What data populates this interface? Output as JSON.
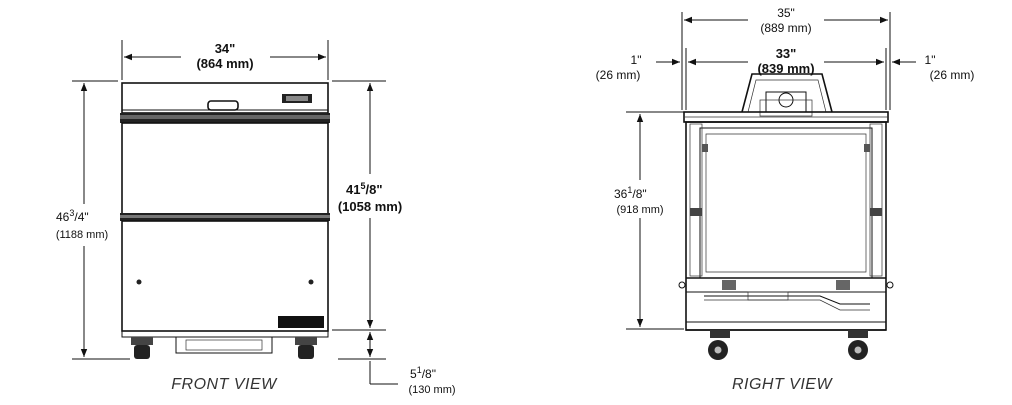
{
  "front": {
    "width_in": "34\"",
    "width_mm": "(864 mm)",
    "height_in": "46",
    "height_frac_num": "3",
    "height_frac_den": "/4\"",
    "height_mm": "(1188 mm)",
    "cab_height_in": "41",
    "cab_frac_num": "5",
    "cab_frac_den": "/8\"",
    "cab_height_mm": "(1058 mm)",
    "caster_in": "5",
    "caster_frac_num": "1",
    "caster_frac_den": "/8\"",
    "caster_mm": "(130 mm)",
    "label": "FRONT VIEW"
  },
  "right": {
    "outer_in": "35\"",
    "outer_mm": "(889 mm)",
    "inner_in": "33\"",
    "inner_mm": "(839 mm)",
    "left_off_in": "1\"",
    "left_off_mm": "(26 mm)",
    "right_off_in": "1\"",
    "right_off_mm": "(26 mm)",
    "height_in": "36",
    "height_frac_num": "1",
    "height_frac_den": "/8\"",
    "height_mm": "(918 mm)",
    "label": "RIGHT VIEW"
  }
}
